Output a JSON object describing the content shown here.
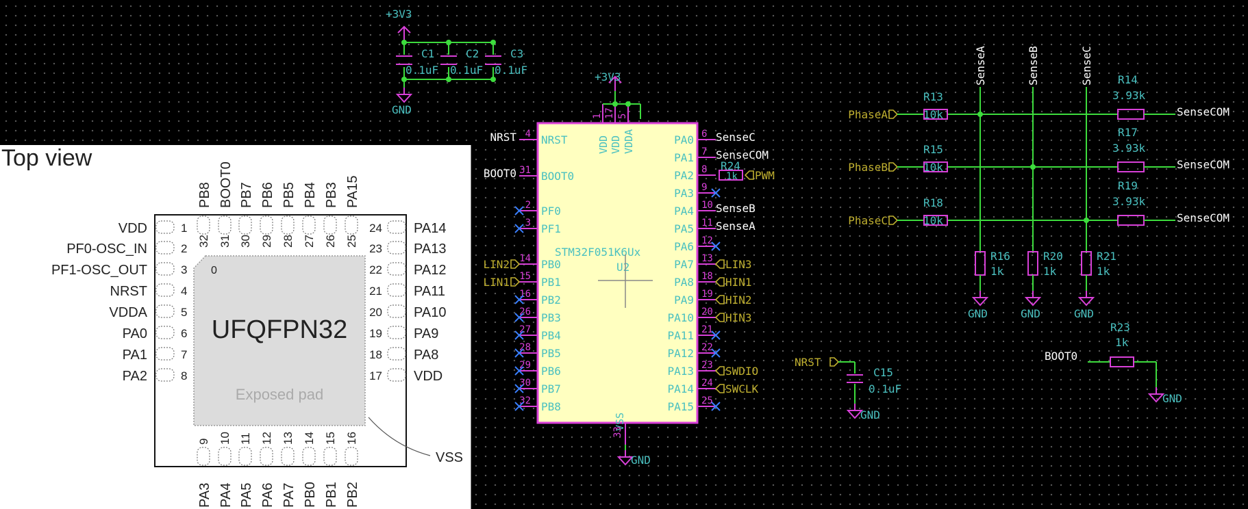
{
  "colors": {
    "wire": "#3ddc3d",
    "component": "#d940d9",
    "pin": "#d940d9",
    "ic_fill": "#ffffc0",
    "net_label": "#4ac0c0",
    "pin_name": "#4ac0c0",
    "ref": "#4ac0c0",
    "hier_label": "#c0b030",
    "text_white": "#ffffff",
    "noconnect": "#3a7fff",
    "pinout_gray": "#dcdcdc"
  },
  "power": {
    "v3v3": "+3V3",
    "gnd": "GND"
  },
  "decoupling": [
    {
      "ref": "C1",
      "value": "0.1uF"
    },
    {
      "ref": "C2",
      "value": "0.1uF"
    },
    {
      "ref": "C3",
      "value": "0.1uF"
    }
  ],
  "mcu": {
    "ref": "U2",
    "part": "STM32F051K6Ux",
    "top_pins": [
      {
        "num": "1",
        "name": "VDD"
      },
      {
        "num": "17",
        "name": "VDD"
      },
      {
        "num": "5",
        "name": "VDDA"
      }
    ],
    "bottom_pin": {
      "num": "33",
      "name": "VSS"
    },
    "left_pins": [
      {
        "num": "4",
        "name": "NRST",
        "net": "NRST",
        "type": "text"
      },
      {
        "num": "31",
        "name": "BOOT0",
        "net": "BOOT0",
        "type": "text"
      },
      {
        "num": "2",
        "name": "PF0",
        "net": "",
        "type": "nc"
      },
      {
        "num": "3",
        "name": "PF1",
        "net": "",
        "type": "nc"
      },
      {
        "num": "14",
        "name": "PB0",
        "net": "LIN2",
        "type": "hier"
      },
      {
        "num": "15",
        "name": "PB1",
        "net": "LIN1",
        "type": "hier"
      },
      {
        "num": "16",
        "name": "PB2",
        "net": "",
        "type": "nc"
      },
      {
        "num": "26",
        "name": "PB3",
        "net": "",
        "type": "nc"
      },
      {
        "num": "27",
        "name": "PB4",
        "net": "",
        "type": "nc"
      },
      {
        "num": "28",
        "name": "PB5",
        "net": "",
        "type": "nc"
      },
      {
        "num": "29",
        "name": "PB6",
        "net": "",
        "type": "nc"
      },
      {
        "num": "30",
        "name": "PB7",
        "net": "",
        "type": "nc"
      },
      {
        "num": "32",
        "name": "PB8",
        "net": "",
        "type": "nc"
      }
    ],
    "right_pins": [
      {
        "num": "6",
        "name": "PA0",
        "net": "SenseC",
        "type": "text"
      },
      {
        "num": "7",
        "name": "PA1",
        "net": "SenseCOM",
        "type": "text"
      },
      {
        "num": "8",
        "name": "PA2",
        "net": "PWM",
        "type": "r24"
      },
      {
        "num": "9",
        "name": "PA3",
        "net": "",
        "type": "nc"
      },
      {
        "num": "10",
        "name": "PA4",
        "net": "SenseB",
        "type": "text"
      },
      {
        "num": "11",
        "name": "PA5",
        "net": "SenseA",
        "type": "text"
      },
      {
        "num": "12",
        "name": "PA6",
        "net": "",
        "type": "nc"
      },
      {
        "num": "13",
        "name": "PA7",
        "net": "LIN3",
        "type": "hier"
      },
      {
        "num": "18",
        "name": "PA8",
        "net": "HIN1",
        "type": "hier"
      },
      {
        "num": "19",
        "name": "PA9",
        "net": "HIN2",
        "type": "hier"
      },
      {
        "num": "20",
        "name": "PA10",
        "net": "HIN3",
        "type": "hier"
      },
      {
        "num": "21",
        "name": "PA11",
        "net": "",
        "type": "nc"
      },
      {
        "num": "22",
        "name": "PA12",
        "net": "",
        "type": "nc"
      },
      {
        "num": "23",
        "name": "PA13",
        "net": "SWDIO",
        "type": "hier"
      },
      {
        "num": "24",
        "name": "PA14",
        "net": "SWCLK",
        "type": "hier"
      },
      {
        "num": "25",
        "name": "PA15",
        "net": "",
        "type": "nc"
      }
    ],
    "r24": {
      "ref": "R24",
      "value": "1k"
    }
  },
  "sense": {
    "columns": [
      "SenseA",
      "SenseB",
      "SenseC"
    ],
    "rows": [
      {
        "input": "PhaseA",
        "in_ref": "R13",
        "in_value": "10k",
        "out_ref": "R14",
        "out_value": "3.93k",
        "output": "SenseCOM"
      },
      {
        "input": "PhaseB",
        "in_ref": "R15",
        "in_value": "10k",
        "out_ref": "R17",
        "out_value": "3.93k",
        "output": "SenseCOM"
      },
      {
        "input": "PhaseC",
        "in_ref": "R18",
        "in_value": "10k",
        "out_ref": "R19",
        "out_value": "3.93k",
        "output": "SenseCOM"
      }
    ],
    "pulldowns": [
      {
        "ref": "R16",
        "value": "1k"
      },
      {
        "ref": "R20",
        "value": "1k"
      },
      {
        "ref": "R21",
        "value": "1k"
      }
    ]
  },
  "reset_cap": {
    "net": "NRST",
    "ref": "C15",
    "value": "0.1uF"
  },
  "boot_res": {
    "net": "BOOT0",
    "ref": "R23",
    "value": "1k"
  },
  "pinout": {
    "title": "Top view",
    "package": "UFQFPN32",
    "pad_label": "Exposed pad",
    "pin1_mark": "0",
    "vss_label": "VSS",
    "left": [
      {
        "num": "1",
        "name": "VDD"
      },
      {
        "num": "2",
        "name": "PF0-OSC_IN"
      },
      {
        "num": "3",
        "name": "PF1-OSC_OUT"
      },
      {
        "num": "4",
        "name": "NRST"
      },
      {
        "num": "5",
        "name": "VDDA"
      },
      {
        "num": "6",
        "name": "PA0"
      },
      {
        "num": "7",
        "name": "PA1"
      },
      {
        "num": "8",
        "name": "PA2"
      }
    ],
    "right": [
      {
        "num": "24",
        "name": "PA14"
      },
      {
        "num": "23",
        "name": "PA13"
      },
      {
        "num": "22",
        "name": "PA12"
      },
      {
        "num": "21",
        "name": "PA11"
      },
      {
        "num": "20",
        "name": "PA10"
      },
      {
        "num": "19",
        "name": "PA9"
      },
      {
        "num": "18",
        "name": "PA8"
      },
      {
        "num": "17",
        "name": "VDD"
      }
    ],
    "top": [
      {
        "num": "32",
        "name": "PB8"
      },
      {
        "num": "31",
        "name": "BOOT0"
      },
      {
        "num": "30",
        "name": "PB7"
      },
      {
        "num": "29",
        "name": "PB6"
      },
      {
        "num": "28",
        "name": "PB5"
      },
      {
        "num": "27",
        "name": "PB4"
      },
      {
        "num": "26",
        "name": "PB3"
      },
      {
        "num": "25",
        "name": "PA15"
      }
    ],
    "bottom": [
      {
        "num": "9",
        "name": "PA3"
      },
      {
        "num": "10",
        "name": "PA4"
      },
      {
        "num": "11",
        "name": "PA5"
      },
      {
        "num": "12",
        "name": "PA6"
      },
      {
        "num": "13",
        "name": "PA7"
      },
      {
        "num": "14",
        "name": "PB0"
      },
      {
        "num": "15",
        "name": "PB1"
      },
      {
        "num": "16",
        "name": "PB2"
      }
    ]
  }
}
